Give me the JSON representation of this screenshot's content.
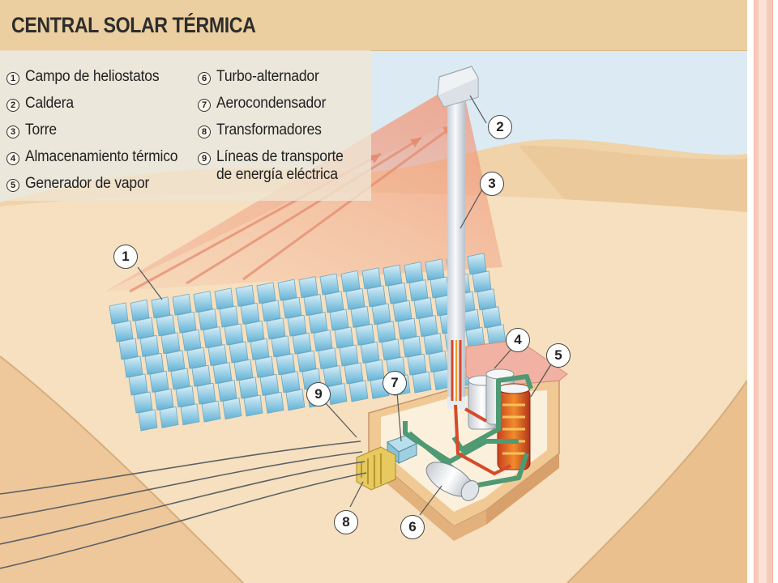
{
  "title": "CENTRAL SOLAR TÉRMICA",
  "legend": [
    {
      "num": "1",
      "label": "Campo de heliostatos"
    },
    {
      "num": "2",
      "label": "Caldera"
    },
    {
      "num": "3",
      "label": "Torre"
    },
    {
      "num": "4",
      "label": "Almacenamiento térmico"
    },
    {
      "num": "5",
      "label": "Generador de vapor"
    },
    {
      "num": "6",
      "label": "Turbo-alternador"
    },
    {
      "num": "7",
      "label": "Aerocondensador"
    },
    {
      "num": "8",
      "label": "Transformadores"
    },
    {
      "num": "9",
      "label_line1": "Líneas de transporte",
      "label_line2": "de energía eléctrica"
    }
  ],
  "callouts": {
    "c1": "1",
    "c2": "2",
    "c3": "3",
    "c4": "4",
    "c5": "5",
    "c6": "6",
    "c7": "7",
    "c8": "8",
    "c9": "9"
  },
  "colors": {
    "title_band": "#ebcfa0",
    "sand": "#f2d6ad",
    "sky": "#dcebf3",
    "beam": "#f4a78c",
    "mirror": "#9fcfe6",
    "pipe_green": "#4f9a72",
    "pipe_red": "#d64a2a"
  }
}
